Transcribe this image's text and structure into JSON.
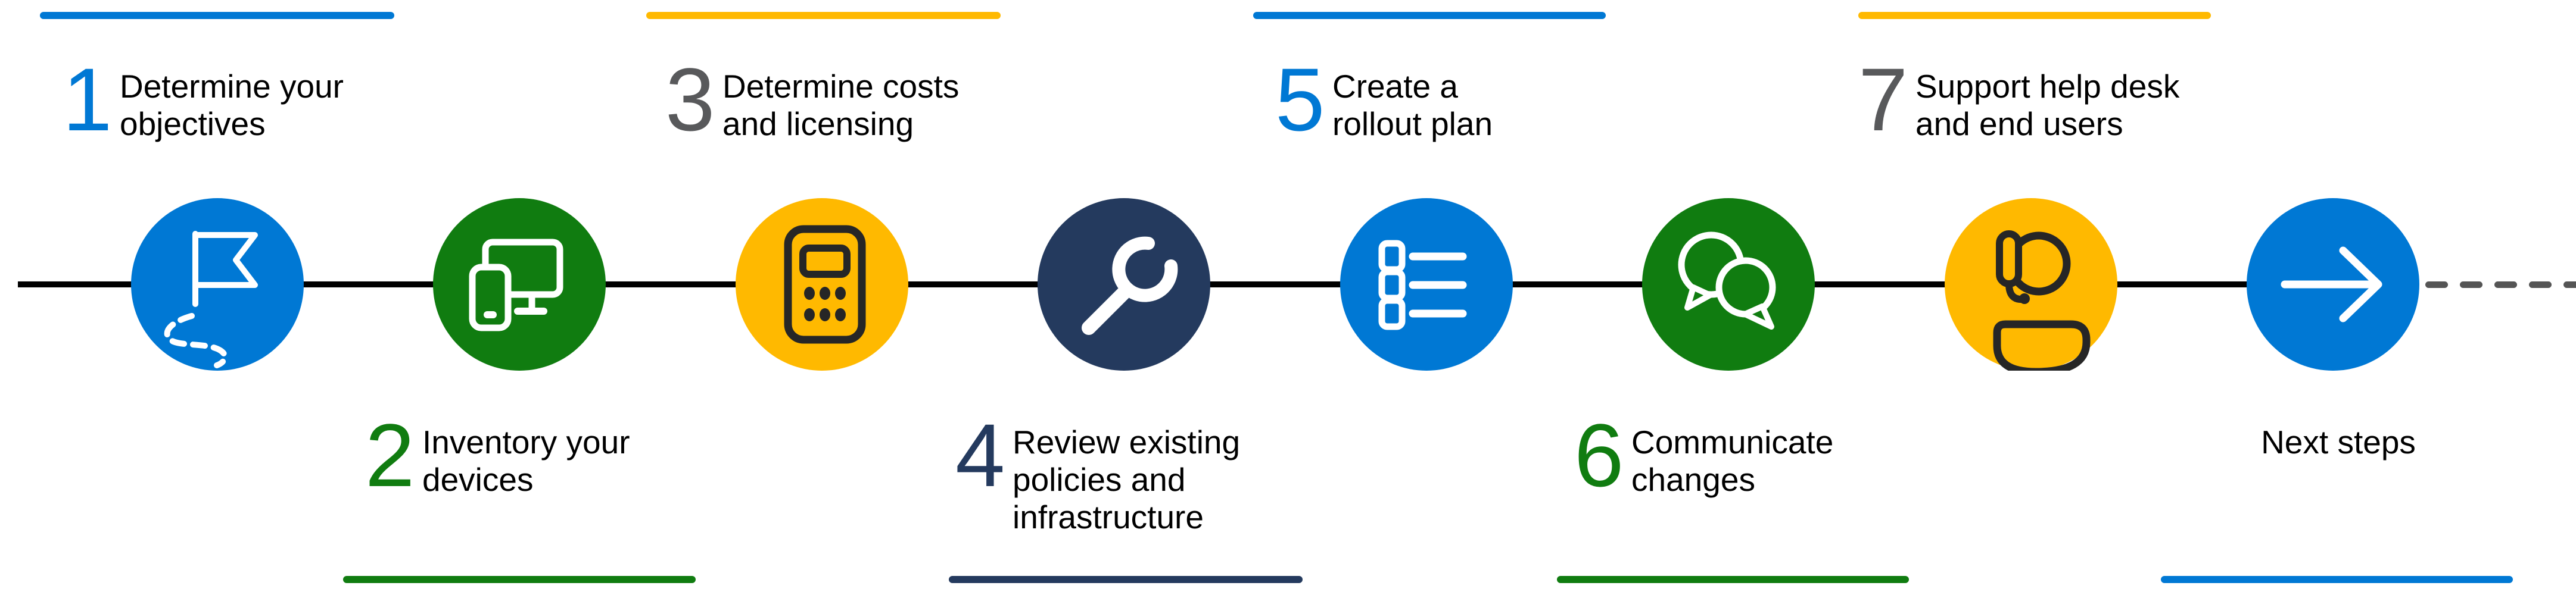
{
  "title": "Seven-step rollout roadmap infographic",
  "palette": {
    "blue": "#0078D4",
    "green": "#107C10",
    "yellow": "#FFB900",
    "navy": "#243A5E",
    "number_gray": "#58595B",
    "text_black": "#000000",
    "line_black": "#000000",
    "dash_gray": "#555555",
    "icon_dark": "#262626",
    "icon_white": "#FFFFFF"
  },
  "steps": [
    {
      "number": "1",
      "number_color": "blue",
      "lines": [
        "Determine your",
        "objectives"
      ],
      "bar_color": "blue",
      "bar_position": "top",
      "circle_color": "blue",
      "icon": "flag-route-icon"
    },
    {
      "number": "2",
      "number_color": "green",
      "lines": [
        "Inventory your",
        "devices"
      ],
      "bar_color": "green",
      "bar_position": "bottom",
      "circle_color": "green",
      "icon": "devices-icon"
    },
    {
      "number": "3",
      "number_color": "gray",
      "lines": [
        "Determine costs",
        "and licensing"
      ],
      "bar_color": "yellow",
      "bar_position": "top",
      "circle_color": "yellow",
      "icon": "calculator-icon"
    },
    {
      "number": "4",
      "number_color": "navy",
      "lines": [
        "Review existing",
        "policies and",
        "infrastructure"
      ],
      "bar_color": "navy",
      "bar_position": "bottom",
      "circle_color": "navy",
      "icon": "wrench-icon"
    },
    {
      "number": "5",
      "number_color": "blue",
      "lines": [
        "Create a",
        "rollout plan"
      ],
      "bar_color": "blue",
      "bar_position": "top",
      "circle_color": "blue",
      "icon": "checklist-icon"
    },
    {
      "number": "6",
      "number_color": "green",
      "lines": [
        "Communicate",
        "changes"
      ],
      "bar_color": "green",
      "bar_position": "bottom",
      "circle_color": "green",
      "icon": "chat-bubbles-icon"
    },
    {
      "number": "7",
      "number_color": "gray",
      "lines": [
        "Support help desk",
        "and end users"
      ],
      "bar_color": "yellow",
      "bar_position": "top",
      "circle_color": "yellow",
      "icon": "headset-person-icon"
    },
    {
      "number": "",
      "number_color": "none",
      "lines": [
        "Next steps"
      ],
      "bar_color": "blue",
      "bar_position": "bottom",
      "circle_color": "blue",
      "icon": "arrow-right-icon"
    }
  ],
  "next": {
    "label": "Next steps"
  }
}
